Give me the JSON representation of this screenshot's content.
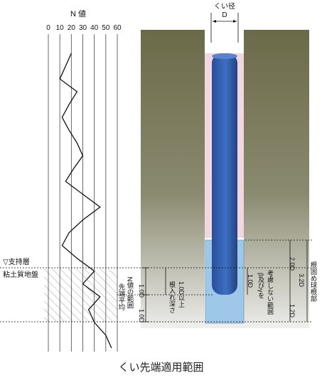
{
  "chart_data": {
    "type": "line",
    "title": "N 値",
    "ticks": [
      "0",
      "10",
      "20",
      "30",
      "40",
      "50",
      "60"
    ],
    "xlim": [
      0,
      60
    ],
    "n_values": [
      20,
      15,
      10,
      25,
      18,
      12,
      18,
      25,
      30,
      22,
      15,
      30,
      45,
      30,
      18,
      12,
      25,
      40,
      30,
      45,
      35,
      40,
      50,
      55
    ]
  },
  "diagram": {
    "pile_diameter_label": "くい径",
    "pile_D": "D",
    "bearing_layer": "▽支持層",
    "soil_type": "粘土質地盤",
    "depth_range_label": "先端平均\nN値の範囲",
    "embed_label": "根入れ深さ\n1.0D以上",
    "beta_label": "β及びγを\n考慮しない範囲",
    "root_label": "根固め球根部",
    "dims": {
      "d1a": "1.0D",
      "d1b": "1.0D",
      "d1c": "1.0D",
      "d2": "2.0D",
      "d32": "3.2D",
      "d12": "1.2D"
    }
  },
  "caption": "くい先端適用範囲",
  "colors": {
    "soil_top": "#6b6a48",
    "soil_bottom": "#e6e6de",
    "pile": "#2e55a6",
    "bulb": "#9ec7e8",
    "pink": "#e3b7c7"
  }
}
